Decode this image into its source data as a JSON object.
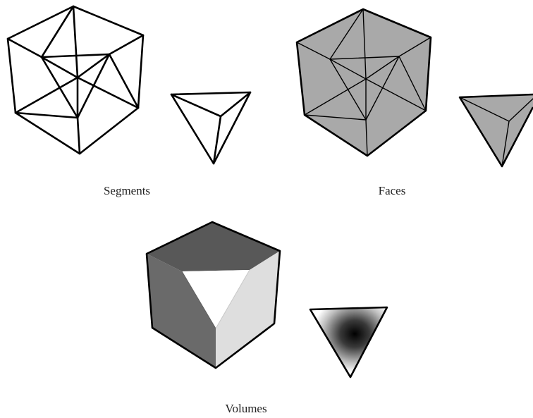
{
  "panels": {
    "segments": {
      "label": "Segments"
    },
    "faces": {
      "label": "Faces"
    },
    "volumes": {
      "label": "Volumes"
    }
  },
  "colors": {
    "face_gray": "#a9a9a9",
    "cube_top": "#585858",
    "cube_left": "#6a6a6a",
    "cube_right": "#dedede",
    "cut_white": "#ffffff",
    "stroke": "#000000"
  }
}
